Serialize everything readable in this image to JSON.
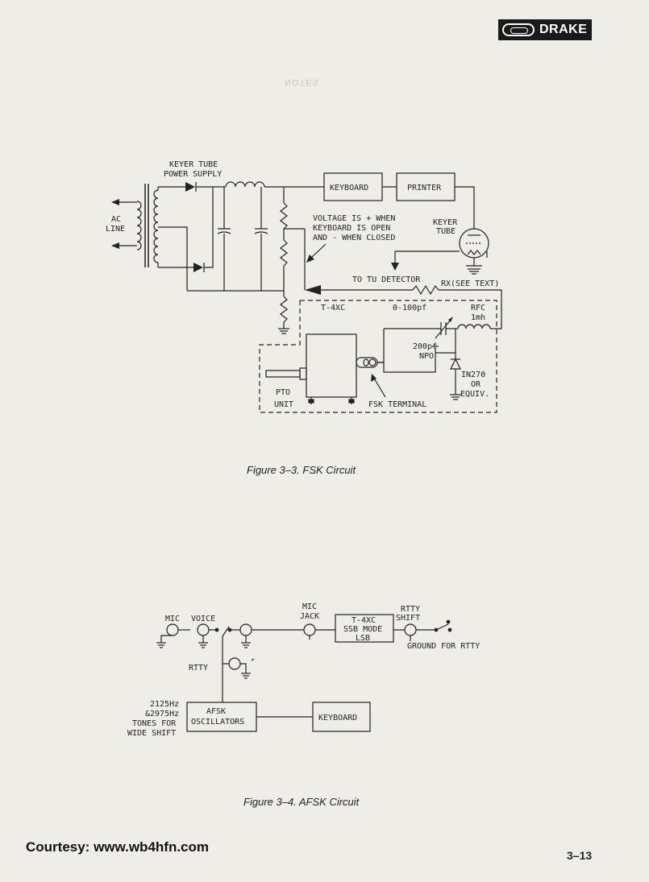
{
  "logo": {
    "brand": "DRAKE"
  },
  "ghost_text": "NOTES",
  "fsk": {
    "keyer_supply": [
      "KEYER TUBE",
      "POWER SUPPLY"
    ],
    "ac_line": [
      "AC",
      "LINE"
    ],
    "keyboard": "KEYBOARD",
    "printer": "PRINTER",
    "keyer_tube": [
      "KEYER",
      "TUBE"
    ],
    "voltage_note": [
      "VOLTAGE IS + WHEN",
      "KEYBOARD IS OPEN",
      "AND - WHEN CLOSED"
    ],
    "to_tu_detector": "TO TU DETECTOR",
    "rx": "RX(SEE TEXT)",
    "t4xc": "T-4XC",
    "cap_var": "0-100pf",
    "rfc": [
      "RFC",
      "1mh"
    ],
    "cap_npo": [
      "200pf",
      "NPO"
    ],
    "diode": [
      "IN270",
      "OR",
      "EQUIV."
    ],
    "pto": [
      "PTO",
      "UNIT"
    ],
    "fsk_terminal": "FSK TERMINAL",
    "caption": "Figure 3–3.   FSK Circuit"
  },
  "afsk": {
    "mic": "MIC",
    "voice": "VOICE",
    "mic_jack": [
      "MIC",
      "JACK"
    ],
    "transmitter": [
      "T-4XC",
      "SSB MODE",
      "LSB"
    ],
    "rtty_shift": [
      "RTTY",
      "SHIFT"
    ],
    "ground_for_rtty": "GROUND FOR RTTY",
    "rtty": "RTTY",
    "tones": [
      "2125Hz",
      "&2975Hz",
      "TONES FOR",
      "WIDE SHIFT"
    ],
    "oscillators": [
      "AFSK",
      "OSCILLATORS"
    ],
    "keyboard": "KEYBOARD",
    "caption": "Figure 3–4.   AFSK Circuit"
  },
  "footer": {
    "courtesy": "Courtesy: www.wb4hfn.com",
    "page_number": "3–13"
  }
}
